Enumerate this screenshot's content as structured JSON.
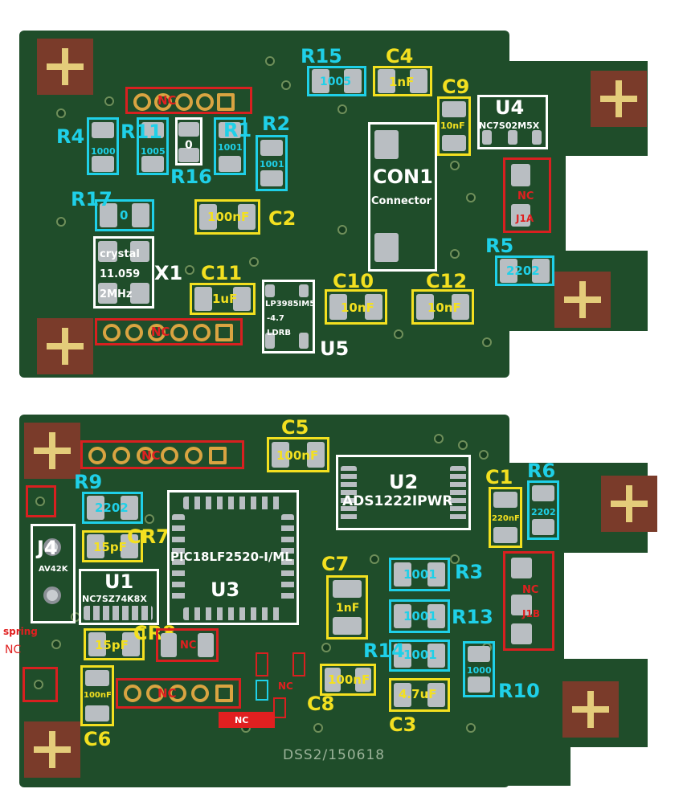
{
  "colors": {
    "board": "#1f4d2a",
    "cyan": "#1fd0e8",
    "yellow": "#f3e020",
    "white": "#ffffff",
    "red": "#e02020",
    "pad": "#b9bec2",
    "gold": "#d9a441"
  },
  "top": {
    "refs": {
      "R15": "R15",
      "C4": "C4",
      "C9": "C9",
      "U4": "U4",
      "R4": "R4",
      "R11": "R11",
      "R1": "R1",
      "R2": "R2",
      "R16": "R16",
      "R17": "R17",
      "C2": "C2",
      "CON1": "CON1",
      "R5": "R5",
      "X1": "X1",
      "C11": "C11",
      "C10": "C10",
      "C12": "C12",
      "U5": "U5"
    },
    "values": {
      "R15": "1005",
      "C4": "1nF",
      "C9": "10nF",
      "U4": "NC7S02M5X",
      "R4": "1000",
      "R11": "1005",
      "R16": "0",
      "R1": "1001",
      "R2": "1001",
      "R17": "0",
      "C2": "100nF",
      "CON1": "Connector",
      "J1A_nc": "NC",
      "J1A": "J1A",
      "R5": "2202",
      "X1_line1": "crystal",
      "X1_line2": "11.059",
      "X1_line3": "2MHz",
      "C11": "1uF",
      "C10": "10nF",
      "C12": "10nF",
      "U5_line1": "LP3985IM5",
      "U5_line2": "-4.7",
      "U5_line3": "LDRB",
      "nc_header1": "NC",
      "nc_header2": "NC"
    }
  },
  "bottom": {
    "refs": {
      "C5": "C5",
      "R9": "R9",
      "U2": "U2",
      "C1": "C1",
      "R6": "R6",
      "J4": "J4",
      "CR7": "CR7",
      "U1": "U1",
      "U3": "U3",
      "C7": "C7",
      "R3": "R3",
      "R13": "R13",
      "R14": "R14",
      "CR8": "CR8",
      "R10": "R10",
      "C8": "C8",
      "C6": "C6",
      "C3": "C3"
    },
    "values": {
      "C5": "100nF",
      "R9": "2202",
      "U2": "ADS1222IPWR",
      "C1": "220nF",
      "R6": "2202",
      "J4": "AV42K",
      "CR7": "15pF",
      "U1": "NC7SZ74K8X",
      "U3": "PIC18LF2520-I/ML",
      "C7": "1nF",
      "R3": "1001",
      "R13": "1001",
      "R14": "1001",
      "J1B_nc": "NC",
      "J1B": "J1B",
      "CR8": "15pF",
      "CR8_nc": "NC",
      "R10": "1000",
      "C8": "100nF",
      "C6": "100nF",
      "C3": "4.7uF",
      "nc_header_top": "NC",
      "nc_header_bot": "NC",
      "nc_small1": "NC",
      "nc_bar": "NC",
      "spring": "spring",
      "spring_nc": "NC",
      "silk": "DSS2/150618"
    }
  }
}
